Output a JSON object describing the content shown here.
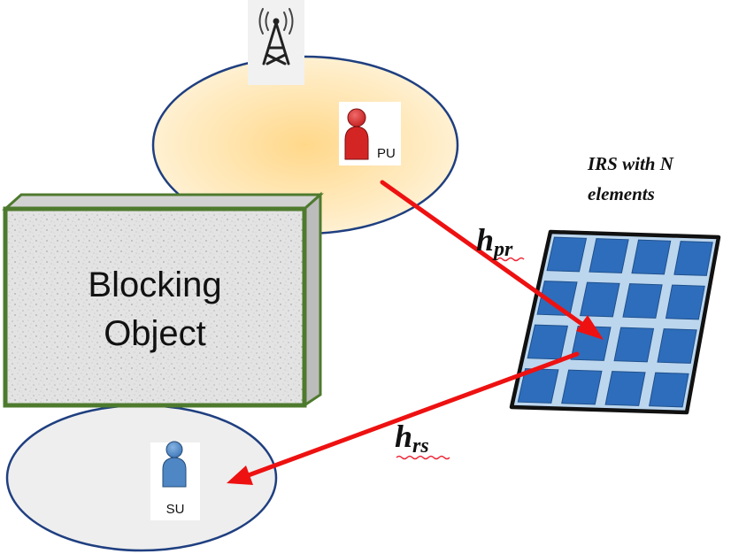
{
  "blocking_object": {
    "line1": "Blocking",
    "line2": "Object"
  },
  "irs": {
    "line1": "IRS with N",
    "line2": "elements"
  },
  "primary_user": {
    "label": "PU"
  },
  "secondary_user": {
    "label": "SU"
  },
  "channels": {
    "pu_to_irs": {
      "base": "h",
      "subscript": "pr"
    },
    "irs_to_su": {
      "base": "h",
      "subscript": "rs"
    }
  },
  "icons": {
    "base_station": "antenna-tower-icon",
    "primary_user": "person-icon",
    "secondary_user": "person-icon"
  },
  "colors": {
    "arrow": "#ee1111",
    "block_border": "#4e7a2e",
    "irs_frame": "#111111",
    "irs_panel": "#bcd6ee",
    "irs_element": "#2e6dbb",
    "pu_figure": "#d42525",
    "su_figure": "#4f86c4",
    "pu_cell": "#ffd98a",
    "su_cell": "#eeeeee"
  }
}
